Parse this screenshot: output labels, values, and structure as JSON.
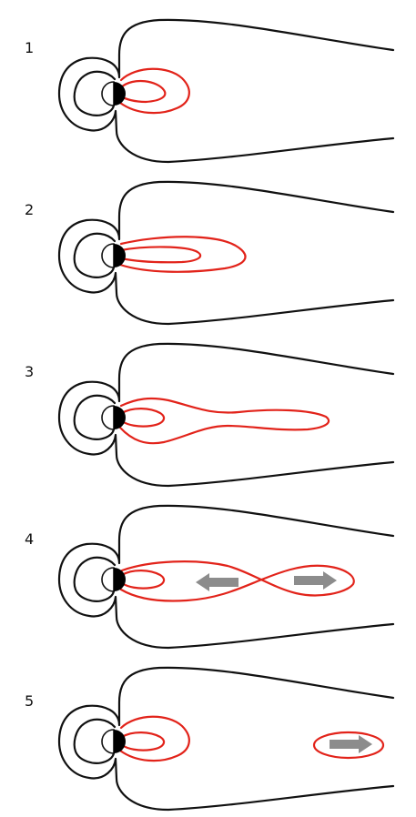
{
  "colors": {
    "background": "#ffffff",
    "closed_field_lines": "#111111",
    "reconnecting_field_lines": "#e2231a",
    "plasmoid_motion_arrow": "#8c8c8c",
    "earth_day_side": "#ffffff",
    "earth_night_side": "#000000"
  },
  "panels": [
    {
      "label": "1",
      "red_loop_shape": "small-nested-loops",
      "arrows": []
    },
    {
      "label": "2",
      "red_loop_shape": "stretched-nested-loops",
      "arrows": []
    },
    {
      "label": "3",
      "red_loop_shape": "pinched-tail-loop",
      "arrows": []
    },
    {
      "label": "4",
      "red_loop_shape": "x-line-reconnection",
      "arrows": [
        "left-arrow",
        "right-arrow"
      ]
    },
    {
      "label": "5",
      "red_loop_shape": "detached-plasmoid",
      "arrows": [
        "right-arrow"
      ]
    }
  ]
}
